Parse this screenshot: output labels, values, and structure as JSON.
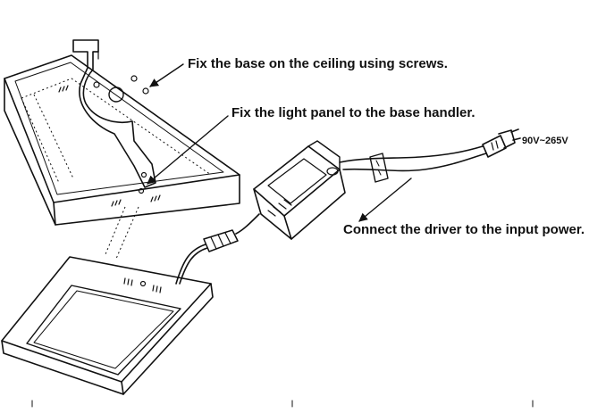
{
  "labels": {
    "fix_base": "Fix the base on the ceiling using screws.",
    "fix_panel": "Fix the light panel to the base handler.",
    "connect_driver": "Connect the driver to the input power.",
    "voltage": "90V~265V"
  },
  "icons": {
    "arrow": "arrow-icon",
    "plug": "power-plug-icon"
  },
  "colors": {
    "line": "#111111",
    "background": "#ffffff"
  }
}
